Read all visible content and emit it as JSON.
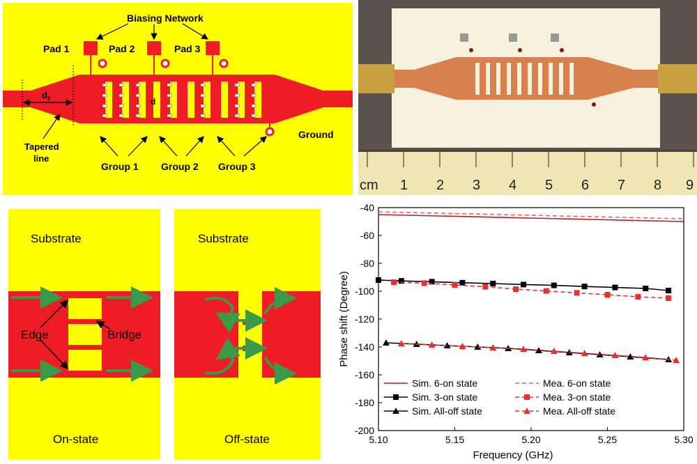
{
  "layout_panel": {
    "biasing_label": "Biasing Network",
    "pads": [
      "Pad 1",
      "Pad 2",
      "Pad 3"
    ],
    "d2_label": "d",
    "d2_sub": "2",
    "d_label": "d",
    "tapered_label": [
      "Tapered",
      "line"
    ],
    "groups": [
      "Group 1",
      "Group 2",
      "Group 3"
    ],
    "ground_label": "Ground",
    "colors": {
      "substrate": "#ffff00",
      "metal": "#ee1c24"
    }
  },
  "photo_panel": {
    "ruler_unit": "cm",
    "ruler_numbers": [
      "1",
      "2",
      "3",
      "4",
      "5",
      "6",
      "7",
      "8",
      "9"
    ],
    "colors": {
      "board": "#f4f1dc",
      "copper": "#d9814e",
      "background": "#4a3f3a"
    }
  },
  "on_state_panel": {
    "substrate_label": "Substrate",
    "edge_label": "Edge",
    "bridge_label": "Bridge",
    "state_label": "On-state",
    "colors": {
      "arrow": "#3a9a4a"
    }
  },
  "off_state_panel": {
    "substrate_label": "Substrate",
    "state_label": "Off-state"
  },
  "chart_data": {
    "type": "line",
    "xlabel": "Frequency (GHz)",
    "ylabel": "Phase shift (Degree)",
    "xlim": [
      5.1,
      5.3
    ],
    "ylim": [
      -200,
      -40
    ],
    "x_ticks": [
      "5.10",
      "5.15",
      "5.20",
      "5.25",
      "5.30"
    ],
    "y_ticks": [
      "-40",
      "-60",
      "-80",
      "-100",
      "-120",
      "-140",
      "-160",
      "-180",
      "-200"
    ],
    "legend_position": "bottom",
    "series": [
      {
        "name": "Sim. 6-on state",
        "color": "#b02020",
        "dash": false,
        "marker": "none",
        "x": [
          5.1,
          5.3
        ],
        "y": [
          -45,
          -50
        ]
      },
      {
        "name": "Sim. 3-on state",
        "color": "#000000",
        "dash": false,
        "marker": "square",
        "x": [
          5.1,
          5.115,
          5.135,
          5.155,
          5.175,
          5.195,
          5.215,
          5.235,
          5.255,
          5.275,
          5.29
        ],
        "y": [
          -92,
          -92.6,
          -93.2,
          -93.9,
          -94.5,
          -95.2,
          -95.8,
          -96.6,
          -97.3,
          -98.0,
          -99.5
        ]
      },
      {
        "name": "Sim. All-off state",
        "color": "#000000",
        "dash": false,
        "marker": "triangle",
        "x": [
          5.105,
          5.125,
          5.145,
          5.165,
          5.185,
          5.205,
          5.225,
          5.245,
          5.265,
          5.29
        ],
        "y": [
          -137,
          -138,
          -139,
          -140,
          -141,
          -142.5,
          -144,
          -145.5,
          -147,
          -149
        ]
      },
      {
        "name": "Mea. 6-on state",
        "color": "#e86060",
        "dash": true,
        "marker": "none",
        "x": [
          5.1,
          5.3
        ],
        "y": [
          -43,
          -48
        ]
      },
      {
        "name": "Mea. 3-on state",
        "color": "#e83030",
        "dash": true,
        "marker": "square",
        "x": [
          5.11,
          5.13,
          5.15,
          5.17,
          5.19,
          5.21,
          5.23,
          5.25,
          5.27,
          5.29
        ],
        "y": [
          -93.5,
          -94.2,
          -95.5,
          -96.8,
          -98.5,
          -99.8,
          -101.2,
          -102.5,
          -104,
          -105
        ]
      },
      {
        "name": "Mea. All-off state",
        "color": "#e83030",
        "dash": true,
        "marker": "triangle",
        "x": [
          5.115,
          5.135,
          5.155,
          5.175,
          5.195,
          5.215,
          5.235,
          5.255,
          5.275,
          5.295
        ],
        "y": [
          -137.5,
          -138.5,
          -139.5,
          -140.5,
          -141.5,
          -143,
          -144.5,
          -146,
          -147.5,
          -149.5
        ]
      }
    ]
  }
}
